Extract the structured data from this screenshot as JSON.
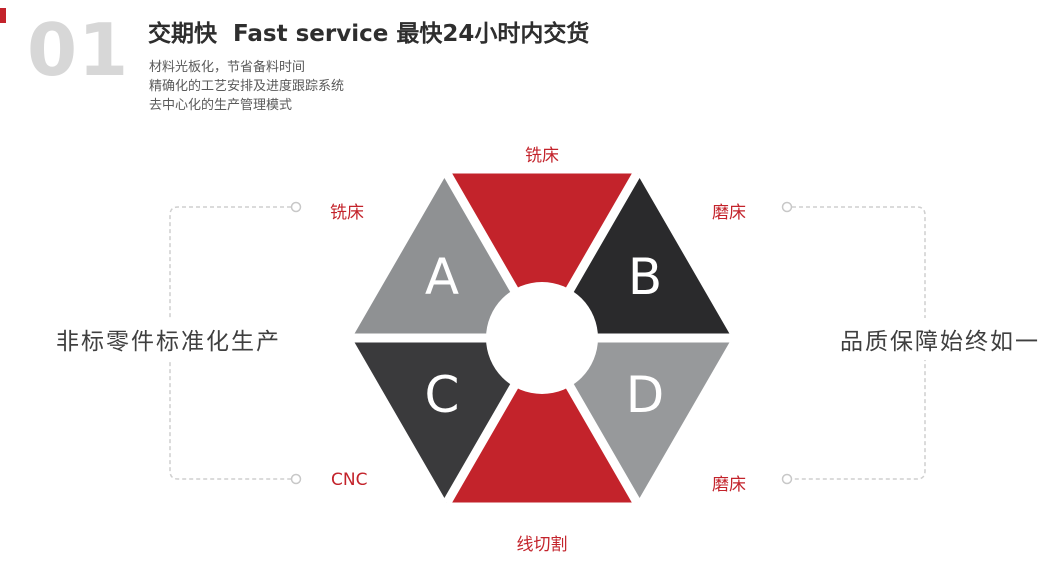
{
  "header": {
    "index_number": "01",
    "title": "交期快  Fast service 最快24小时内交货",
    "subtitle_lines": [
      "材料光板化，节省备料时间",
      "精确化的工艺安排及进度跟踪系统",
      "去中心化的生产管理模式"
    ]
  },
  "diagram": {
    "center_letters": {
      "a": "A",
      "b": "B",
      "c": "C",
      "d": "D"
    },
    "labels": {
      "top": "铣床",
      "upper_left": "铣床",
      "upper_right": "磨床",
      "lower_left": "CNC",
      "lower_right": "磨床",
      "bottom": "线切割"
    },
    "side_left": "非标零件标准化生产",
    "side_right": "品质保障始终如一",
    "colors": {
      "segment_top": "#c3232b",
      "segment_upper_left": "#8f9193",
      "segment_upper_right": "#2a2a2c",
      "segment_lower_left": "#3a3a3c",
      "segment_lower_right": "#97999b",
      "segment_bottom": "#c3232b",
      "accent_red": "#c3232b",
      "connector_gray": "#cfcfcf"
    }
  }
}
